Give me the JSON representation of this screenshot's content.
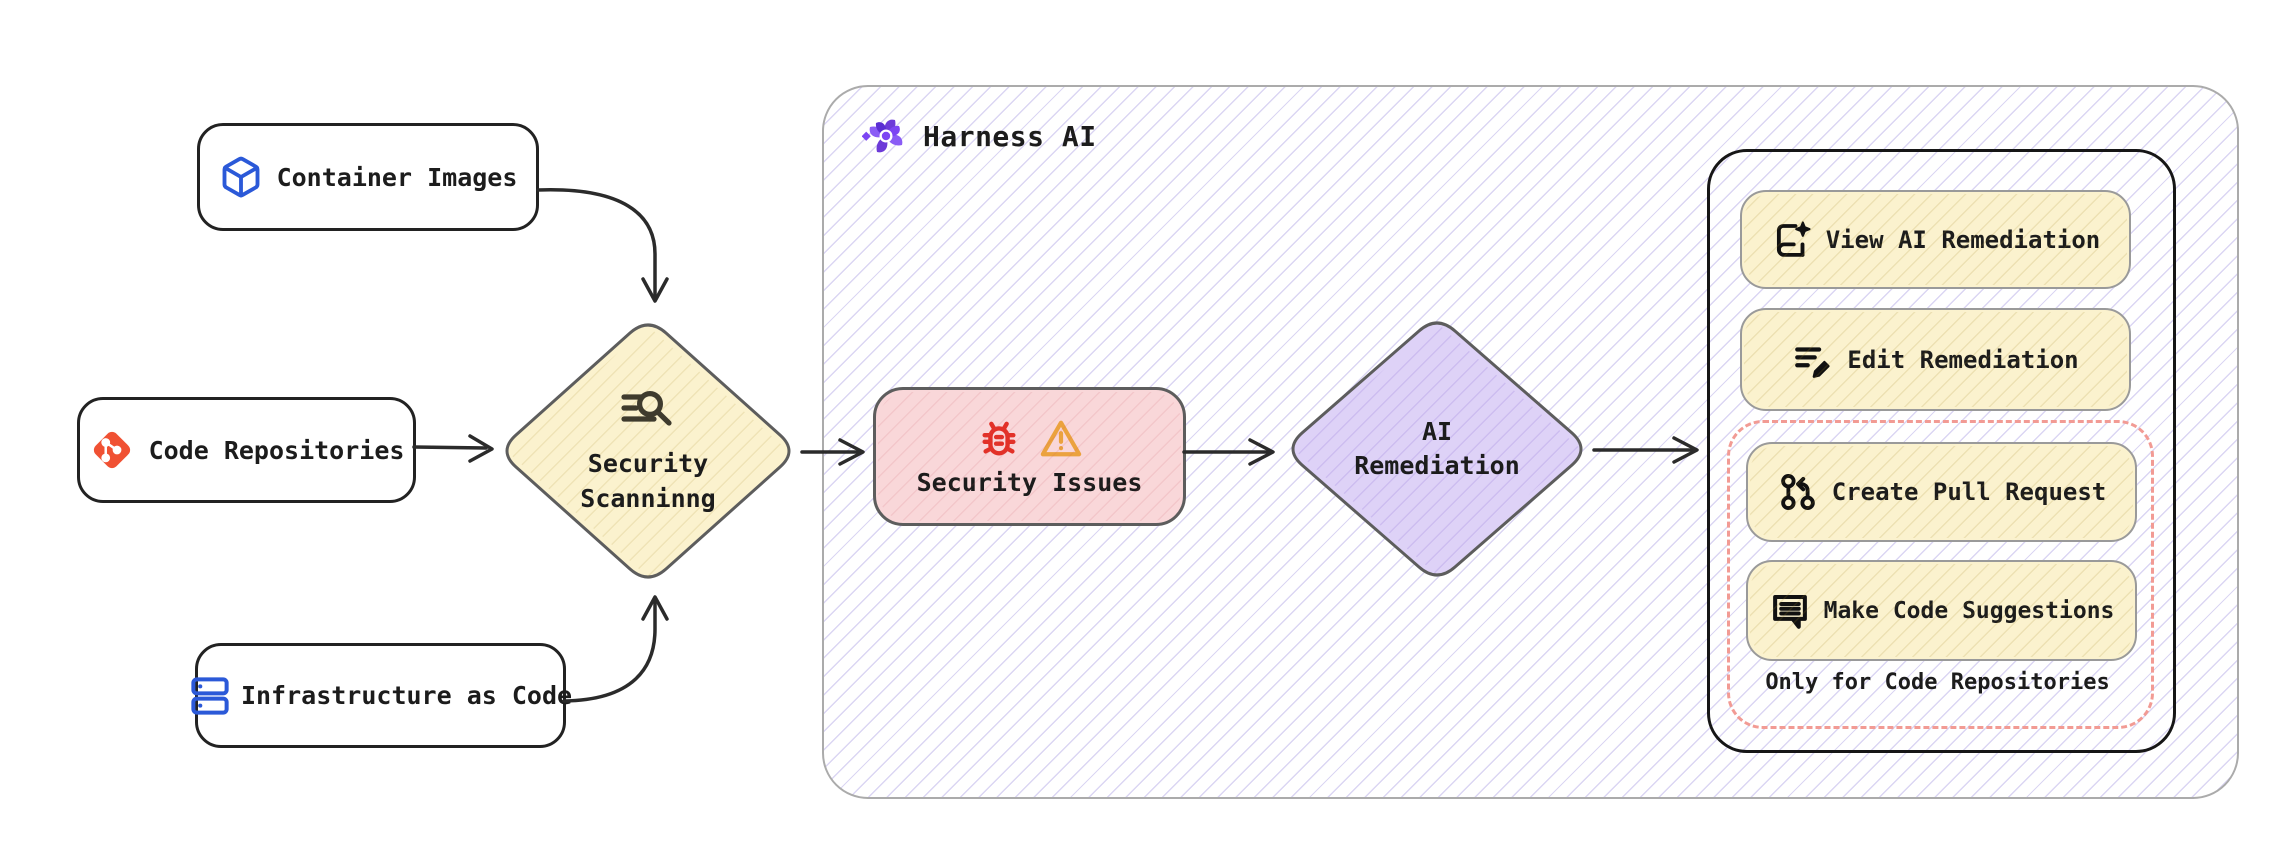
{
  "sources": [
    {
      "label": "Container Images",
      "icon": "cube-icon"
    },
    {
      "label": "Code Repositories",
      "icon": "git-icon"
    },
    {
      "label": "Infrastructure as Code",
      "icon": "server-stack-icon"
    }
  ],
  "scanner": {
    "line1": "Security",
    "line2": "Scanninng",
    "icon": "scan-search-icon"
  },
  "issues": {
    "label": "Security Issues",
    "icons": [
      "bug-icon",
      "warning-triangle-icon"
    ]
  },
  "ai_remediation": {
    "line1": "AI",
    "line2": "Remediation"
  },
  "harness": {
    "title": "Harness AI",
    "logo": "harness-ai-logo"
  },
  "actions": {
    "view_label": "View AI Remediation",
    "view_icon": "book-sparkle-icon",
    "edit_label": "Edit Remediation",
    "edit_icon": "edit-lines-pencil-icon",
    "pr_label": "Create Pull Request",
    "pr_icon": "pull-request-icon",
    "suggest_label": "Make Code Suggestions",
    "suggest_icon": "code-comment-icon",
    "note": "Only for Code Repositories"
  },
  "colors": {
    "node_yellow": "#fbf2ce",
    "node_pink": "#f9d7d9",
    "node_purple": "#ded2f7",
    "dashed_border": "#f29b94",
    "hatch_line": "#dbd6f3",
    "icon_blue": "#2b59d8",
    "git_red": "#f05133",
    "bug_red": "#e23128",
    "warning_orange": "#eba23e",
    "harness_purple": "#6d3bf5",
    "arrow_dark": "#2b2b2b"
  }
}
